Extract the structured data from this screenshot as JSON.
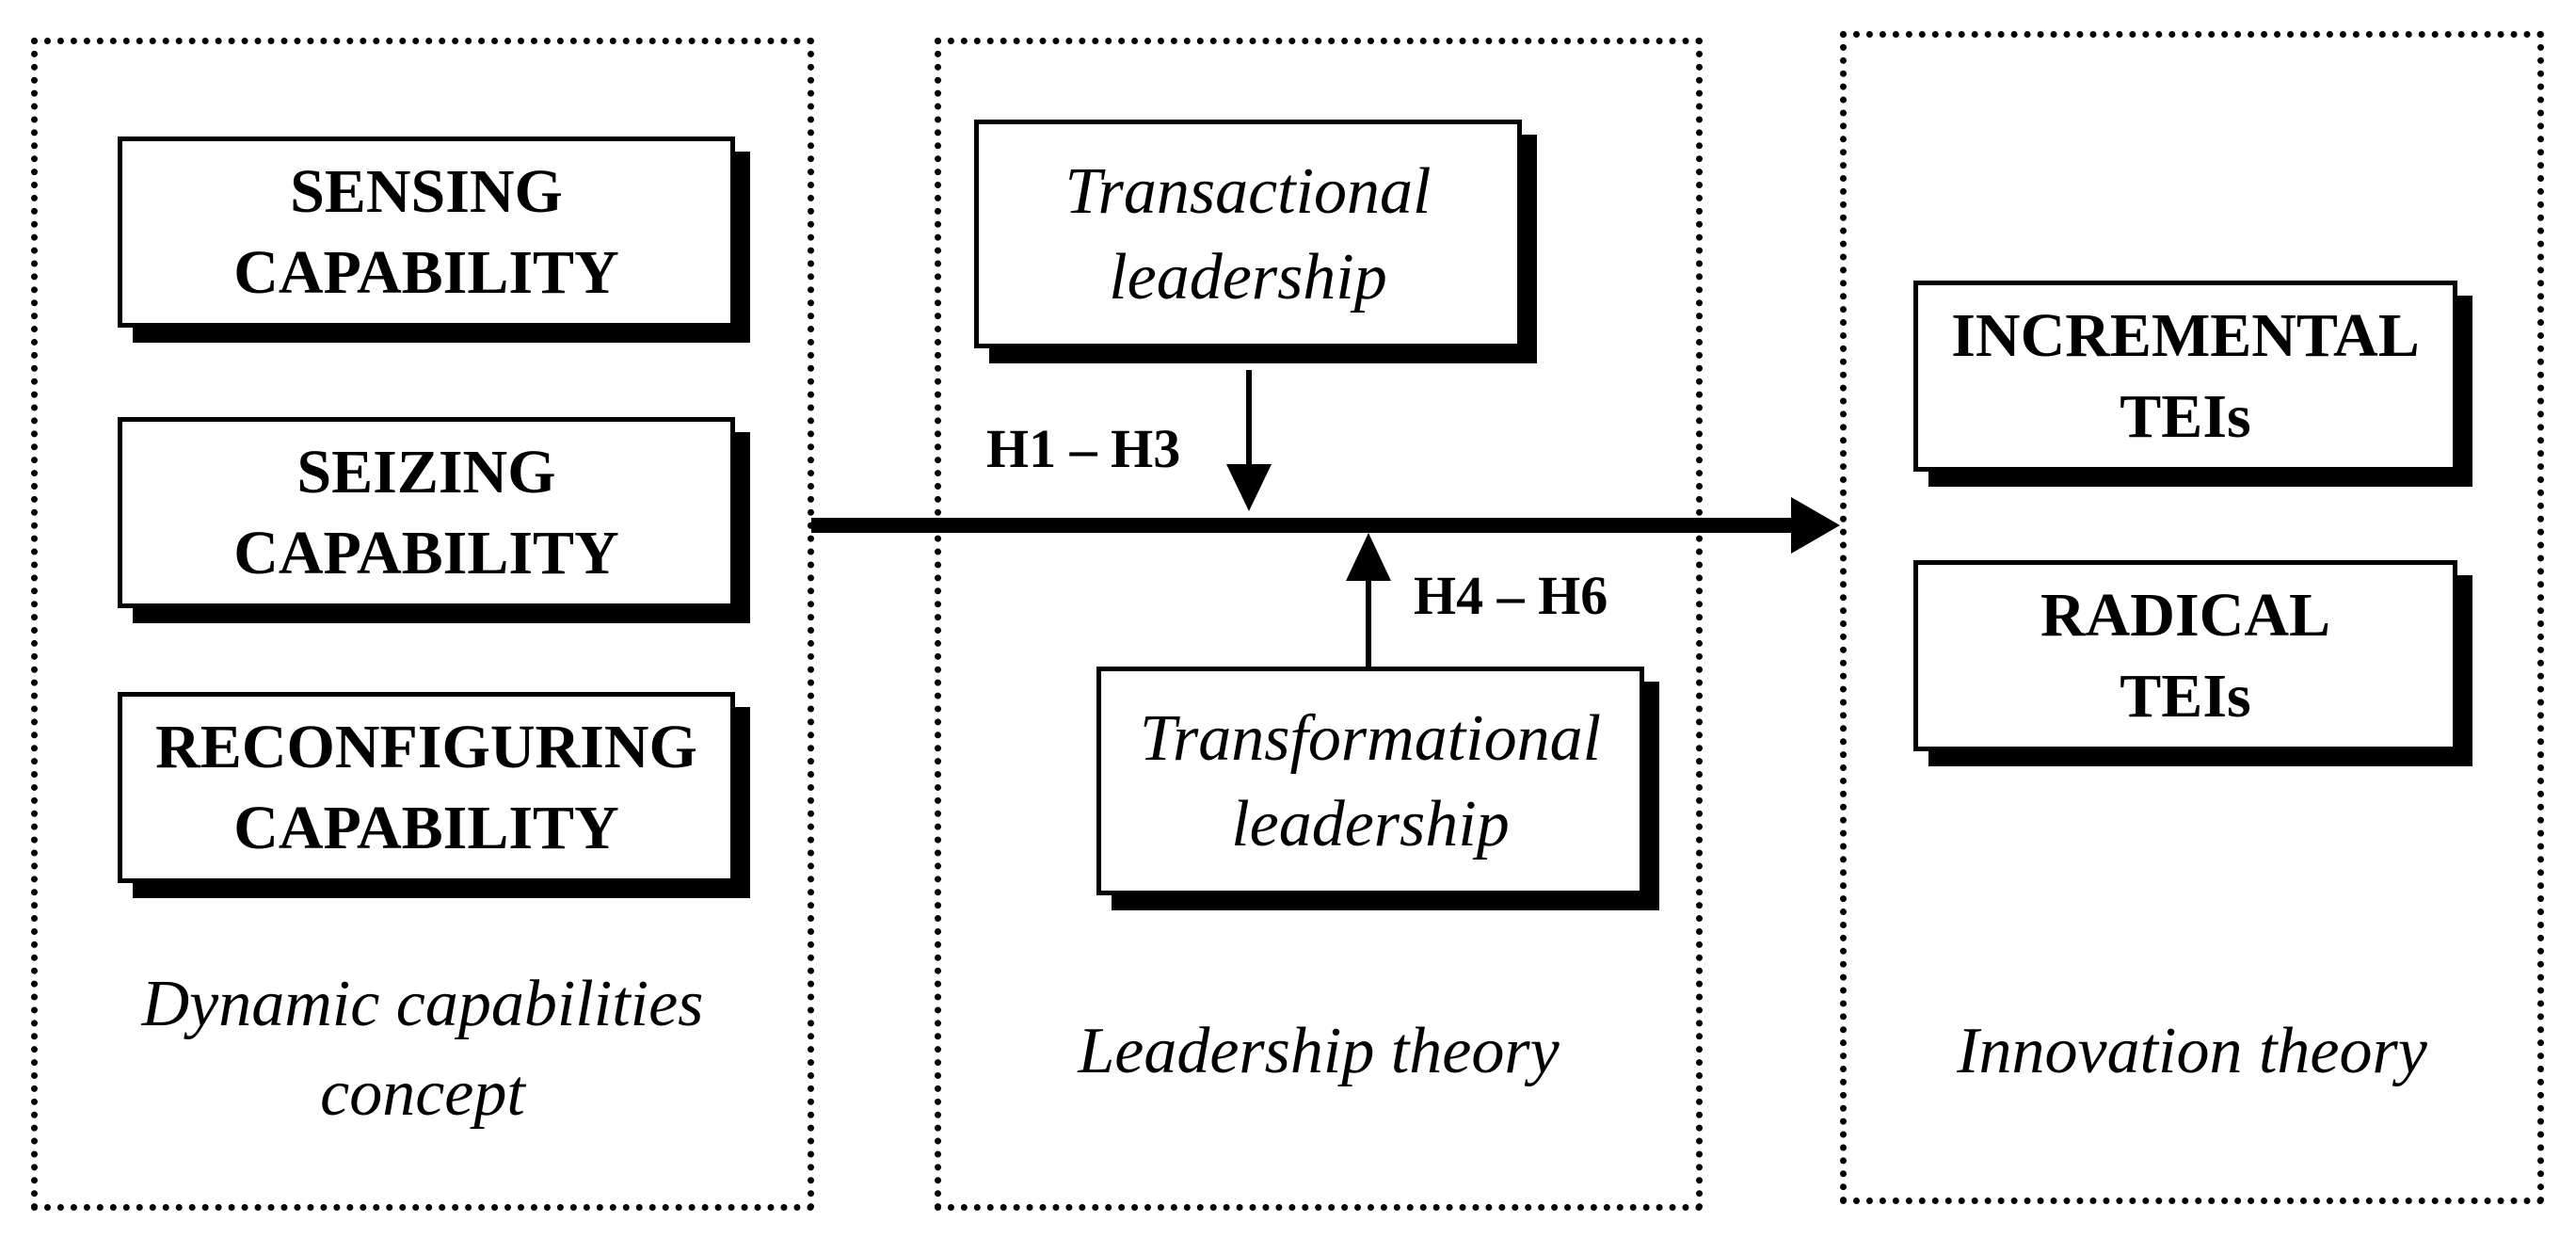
{
  "panels": {
    "dynamic": {
      "boxes": [
        {
          "label": "SENSING\nCAPABILITY"
        },
        {
          "label": "SEIZING\nCAPABILITY"
        },
        {
          "label": "RECONFIGURING\nCAPABILITY"
        }
      ],
      "caption": "Dynamic capabilities\nconcept"
    },
    "leadership": {
      "transactional": "Transactional\nleadership",
      "transformational": "Transformational\nleadership",
      "caption": "Leadership theory"
    },
    "innovation": {
      "boxes": [
        {
          "label": "INCREMENTAL\nTEIs"
        },
        {
          "label": "RADICAL\nTEIs"
        }
      ],
      "caption": "Innovation theory"
    }
  },
  "hypotheses": {
    "h1_h3": "H1 – H3",
    "h4_h6": "H4 – H6"
  }
}
